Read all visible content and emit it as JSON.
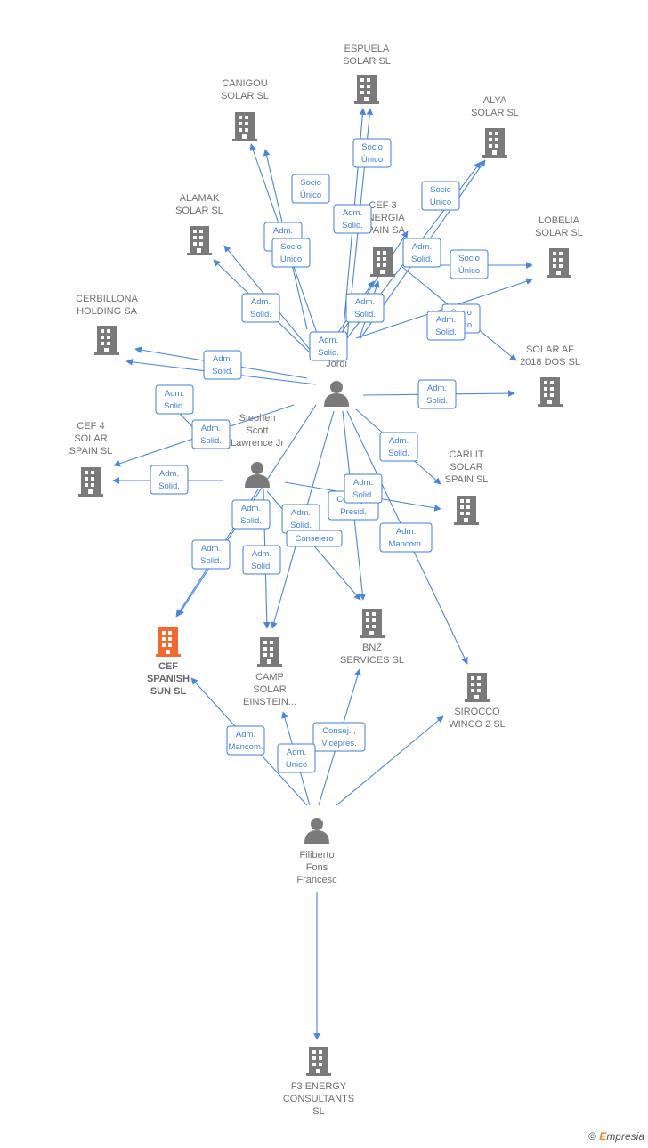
{
  "nodes": [
    {
      "id": "espuela",
      "type": "company",
      "lines": [
        "ESPUELA",
        "SOLAR  SL"
      ]
    },
    {
      "id": "canigou",
      "type": "company",
      "lines": [
        "CANIGOU",
        "SOLAR  SL"
      ]
    },
    {
      "id": "alya",
      "type": "company",
      "lines": [
        "ALYA",
        "SOLAR  SL"
      ]
    },
    {
      "id": "alamak",
      "type": "company",
      "lines": [
        "ALAMAK",
        "SOLAR  SL"
      ]
    },
    {
      "id": "cef3",
      "type": "company",
      "lines": [
        "CEF 3",
        "ENERGIA",
        "SPAIN SA"
      ]
    },
    {
      "id": "lobelia",
      "type": "company",
      "lines": [
        "LOBELIA",
        "SOLAR  SL"
      ]
    },
    {
      "id": "cerbillona",
      "type": "company",
      "lines": [
        "CERBILLONA",
        "HOLDING SA"
      ]
    },
    {
      "id": "solaraf",
      "type": "company",
      "lines": [
        "SOLAR AF",
        "2018 DOS  SL"
      ]
    },
    {
      "id": "cef4",
      "type": "company",
      "lines": [
        "CEF 4",
        "SOLAR",
        "SPAIN  SL"
      ]
    },
    {
      "id": "carlit",
      "type": "company",
      "lines": [
        "CARLIT",
        "SOLAR",
        "SPAIN  SL"
      ]
    },
    {
      "id": "cefspanish",
      "type": "company-focus",
      "lines": [
        "CEF",
        "SPANISH",
        "SUN  SL"
      ]
    },
    {
      "id": "camp",
      "type": "company",
      "lines": [
        "CAMP",
        "SOLAR",
        "EINSTEIN..."
      ]
    },
    {
      "id": "bnz",
      "type": "company",
      "lines": [
        "BNZ",
        "SERVICES  SL"
      ]
    },
    {
      "id": "sirocco",
      "type": "company",
      "lines": [
        "SIROCCO",
        "WINCO 2  SL"
      ]
    },
    {
      "id": "f3",
      "type": "company",
      "lines": [
        "F3 ENERGY",
        "CONSULTANTS",
        "SL"
      ]
    },
    {
      "id": "jordi",
      "type": "person",
      "lines": [
        "...ch",
        "Jordi"
      ]
    },
    {
      "id": "stephen",
      "type": "person",
      "lines": [
        "Stephen",
        "Scott",
        "Lawrence Jr"
      ]
    },
    {
      "id": "filiberto",
      "type": "person",
      "lines": [
        "Filiberto",
        "Fons",
        "Francesc"
      ]
    }
  ],
  "relations": [
    {
      "lines": [
        "Socio",
        "Único"
      ]
    },
    {
      "lines": [
        "Socio",
        "Único"
      ]
    },
    {
      "lines": [
        "Adm.",
        "Solid."
      ]
    },
    {
      "lines": [
        "Socio",
        "Único"
      ]
    },
    {
      "lines": [
        "Adm.",
        "Solid."
      ]
    },
    {
      "lines": [
        "Socio",
        "Único"
      ]
    },
    {
      "lines": [
        "Adm.",
        "Solid."
      ]
    },
    {
      "lines": [
        "Socio",
        "Único"
      ]
    },
    {
      "lines": [
        "Adm.",
        "Solid."
      ]
    },
    {
      "lines": [
        "Adm.",
        "Solid."
      ]
    },
    {
      "lines": [
        "Socio",
        "Único"
      ]
    },
    {
      "lines": [
        "Adm.",
        "Solid."
      ]
    },
    {
      "lines": [
        "Adm.",
        "Solid."
      ]
    },
    {
      "lines": [
        "Adm.",
        "Solid."
      ]
    },
    {
      "lines": [
        "Adm.",
        "Solid."
      ]
    },
    {
      "lines": [
        "Adm.",
        "Solid."
      ]
    },
    {
      "lines": [
        "Adm.",
        "Solid."
      ]
    },
    {
      "lines": [
        "Adm.",
        "Solid."
      ]
    },
    {
      "lines": [
        "Adm.",
        "Solid."
      ]
    },
    {
      "lines": [
        "Adm.",
        "Solid."
      ]
    },
    {
      "lines": [
        "Adm.",
        "Solid."
      ]
    },
    {
      "lines": [
        "Consej. ,",
        "Presid."
      ]
    },
    {
      "lines": [
        "Consejero"
      ]
    },
    {
      "lines": [
        "Adm.",
        "Solid."
      ]
    },
    {
      "lines": [
        "Adm.",
        "Mancom."
      ]
    },
    {
      "lines": [
        "Adm.",
        "Solid."
      ]
    },
    {
      "lines": [
        "Adm.",
        "Solid."
      ]
    },
    {
      "lines": [
        "Consej. ,",
        "Vicepres."
      ]
    },
    {
      "lines": [
        "Adm.",
        "Mancom."
      ]
    },
    {
      "lines": [
        "Adm.",
        "Unico"
      ]
    }
  ],
  "brand": {
    "copyright": "©",
    "initial": "E",
    "rest": "mpresia"
  },
  "colors": {
    "edge": "#4a86d8",
    "building": "#7a7a7a",
    "focus": "#f26a2e",
    "person": "#7a7a7a"
  }
}
